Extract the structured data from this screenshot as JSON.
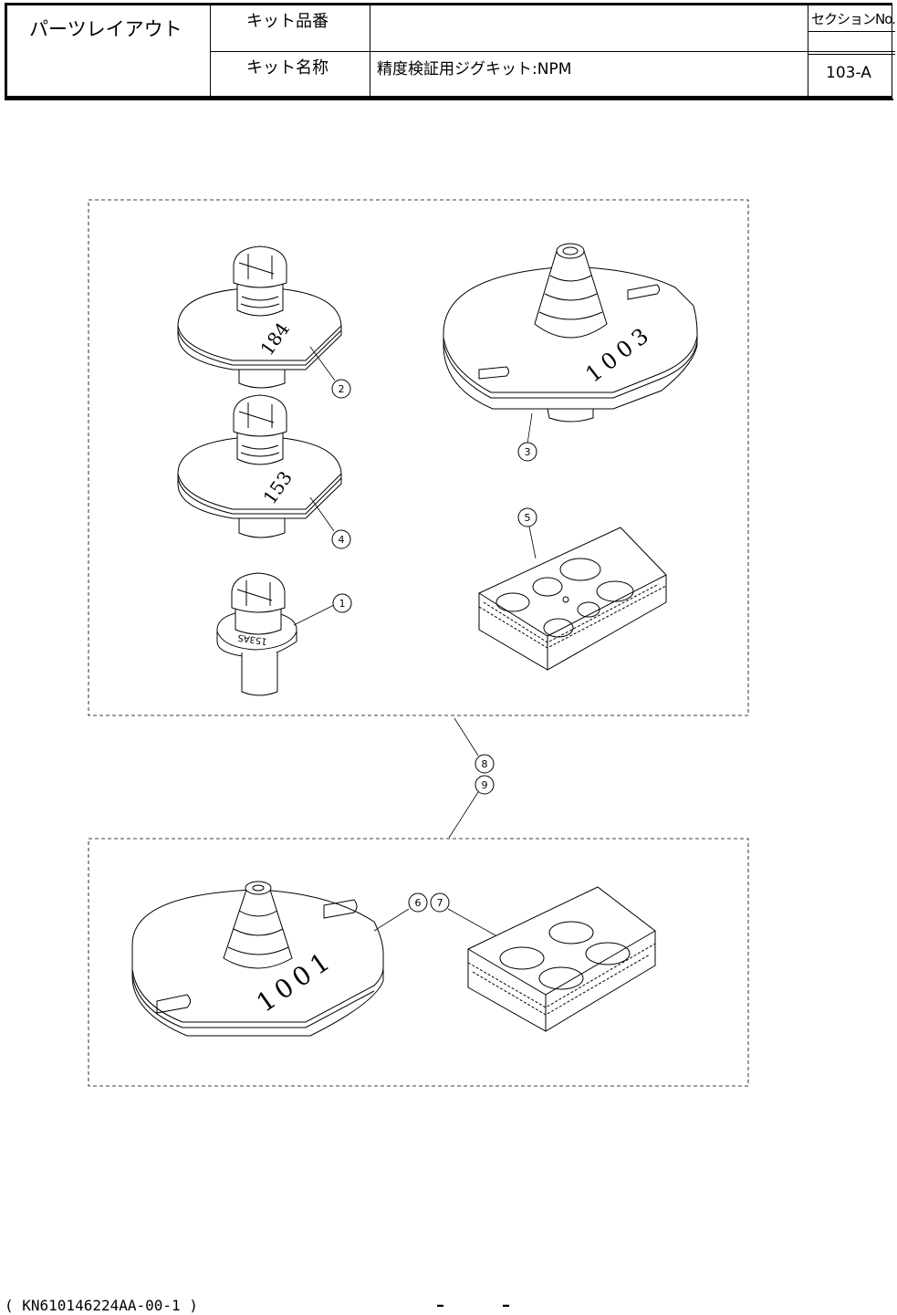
{
  "header": {
    "title": "パーツレイアウト",
    "kit_number_label": "キット品番",
    "kit_number_value": "",
    "kit_name_label": "キット名称",
    "kit_name_value": "精度検証用ジグキット:NPM",
    "section_label": "セクションNo.",
    "section_value": "103-A"
  },
  "parts": {
    "p1": {
      "callout": "1",
      "engraving": "153AS"
    },
    "p2": {
      "callout": "2",
      "engraving": "184"
    },
    "p3": {
      "callout": "3",
      "engraving": "1003"
    },
    "p4": {
      "callout": "4",
      "engraving": "153"
    },
    "p5": {
      "callout": "5"
    },
    "p6": {
      "callout": "6",
      "engraving": "1001"
    },
    "p7": {
      "callout": "7"
    },
    "p8": {
      "callout": "8"
    },
    "p9": {
      "callout": "9"
    }
  },
  "footer": {
    "doc_code": "( KN610146224AA-00-1 )",
    "page_marker_left": "–",
    "page_marker_right": "–"
  }
}
